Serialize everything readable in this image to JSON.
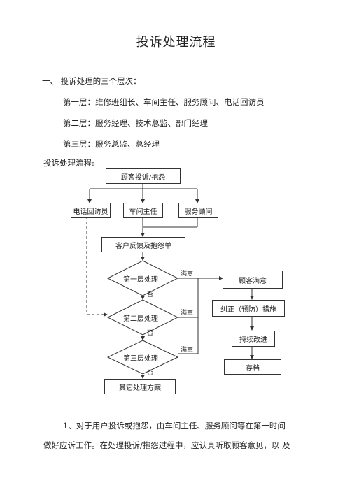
{
  "document": {
    "title": "投诉处理流程",
    "section1_heading": "一、  投诉处理的三个层次：",
    "level1": "第一层：维修班组长、车间主任、服务顾问、电话回访员",
    "level2": "第二层：服务经理、技术总监、部门经理",
    "level3": "第三层：服务总监、总经理",
    "flow_label": "投诉处理流程:",
    "para1_line1": "1、对于用户投诉或抱怨，由车间主任、服务顾问等在第一时间",
    "para1_line2": "做好应诉工作。在处理投诉/抱怨过程中，应认真听取顾客意见，以  及"
  },
  "flowchart": {
    "start": "顾客投诉/抱怨",
    "receivers": [
      "电话回访员",
      "车间主任",
      "服务顾问"
    ],
    "form": "客户反馈及抱怨单",
    "decisions": [
      "第一层处理",
      "第二层处理",
      "第三层处理"
    ],
    "satisfied_label": "满意",
    "no_label": "否",
    "other": "其它处理方案",
    "right_steps": [
      "顾客满意",
      "纠正（预防）措施",
      "持续改进",
      "存档"
    ]
  }
}
